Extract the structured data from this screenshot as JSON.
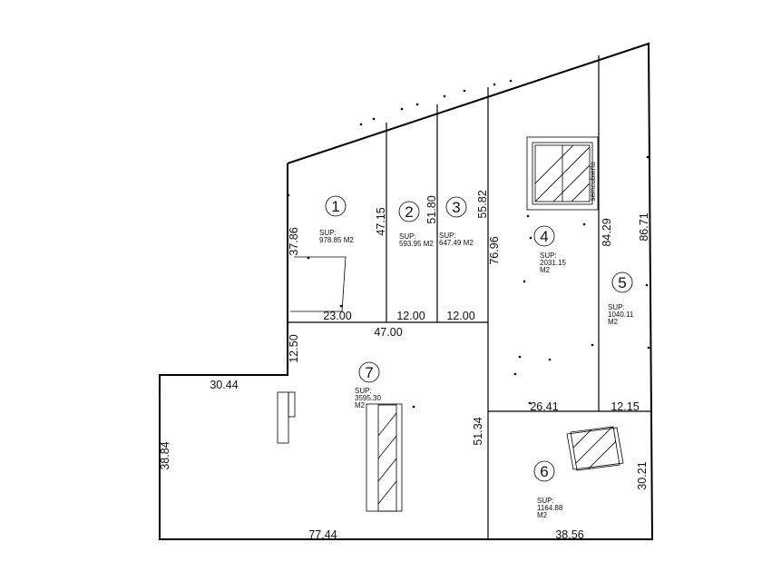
{
  "lots": [
    {
      "number": "1",
      "sup_label": "SUP:",
      "area": "978.85 M2"
    },
    {
      "number": "2",
      "sup_label": "SUP:",
      "area": "593.95 M2"
    },
    {
      "number": "3",
      "sup_label": "SUP:",
      "area": "647.49 M2"
    },
    {
      "number": "4",
      "sup_label": "SUP:",
      "area_value": "2031.15",
      "area_unit": "M2"
    },
    {
      "number": "5",
      "sup_label": "SUP:",
      "area_value": "1040.11",
      "area_unit": "M2"
    },
    {
      "number": "6",
      "sup_label": "SUP:",
      "area_value": "1164.88",
      "area_unit": "M2"
    },
    {
      "number": "7",
      "sup_label": "SUP:",
      "area_value": "3595.30",
      "area_unit": "M2"
    }
  ],
  "dimensions": {
    "lot1_left": "37.86",
    "lot1_right": "47.15",
    "lot2_right": "51.80",
    "lot3_right": "55.82",
    "lot4_left": "76.96",
    "lot4_right": "84.29",
    "lot5_right": "86.71",
    "lot1_bottom": "23.00",
    "lot2_bottom": "12.00",
    "lot3_bottom": "12.00",
    "lot7_top": "47.00",
    "lot7_step": "12.50",
    "lot7_upper_left": "30.44",
    "lot7_left": "38.84",
    "lot7_bottom": "77.44",
    "lot7_right": "51.34",
    "lot4_bottom": "26.41",
    "lot5_bottom": "12.15",
    "lot6_right": "30.21",
    "lot6_bottom": "38.56"
  },
  "annotations": {
    "semicovered": "semcubierto"
  }
}
